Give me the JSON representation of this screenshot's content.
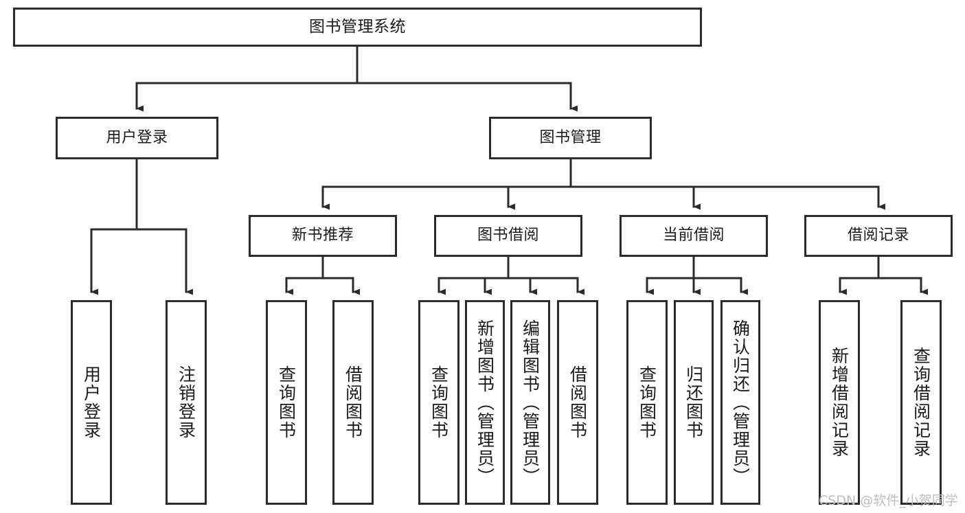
{
  "diagram": {
    "kind": "tree-structure-chart",
    "title": "图书管理系统",
    "colors": {
      "box_border": "#2b2b2b",
      "box_fill": "#ffffff",
      "connector": "#2b2b2b",
      "text": "#1a1a1a",
      "background": "#ffffff",
      "watermark": "#bdbdbd"
    },
    "root": {
      "label": "图书管理系统"
    },
    "level2": [
      {
        "label": "用户登录"
      },
      {
        "label": "图书管理"
      }
    ],
    "level3": [
      {
        "label": "新书推荐"
      },
      {
        "label": "图书借阅"
      },
      {
        "label": "当前借阅"
      },
      {
        "label": "借阅记录"
      }
    ],
    "leaves": {
      "user_login": [
        {
          "label": "用户登录"
        },
        {
          "label": "注销登录"
        }
      ],
      "new_book_recommend": [
        {
          "label": "查询图书"
        },
        {
          "label": "借阅图书"
        }
      ],
      "book_borrow": [
        {
          "label": "查询图书"
        },
        {
          "label": "新增图书（管理员）"
        },
        {
          "label": "编辑图书（管理员）"
        },
        {
          "label": "借阅图书"
        }
      ],
      "current_borrow": [
        {
          "label": "查询图书"
        },
        {
          "label": "归还图书"
        },
        {
          "label": "确认归还（管理员）"
        }
      ],
      "borrow_records": [
        {
          "label": "新增借阅记录"
        },
        {
          "label": "查询借阅记录"
        }
      ]
    },
    "watermark": "CSDN @软件_小贺同学"
  }
}
